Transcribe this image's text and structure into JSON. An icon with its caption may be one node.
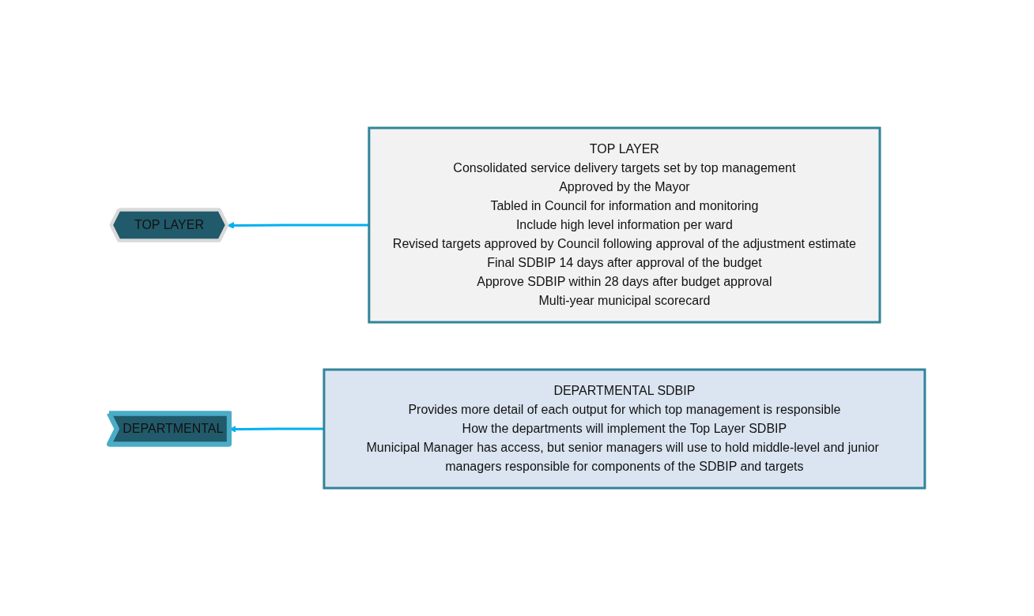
{
  "diagram": {
    "nodes": [
      {
        "text": [
          "TOP LAYER"
        ]
      },
      {
        "text": [
          "DEPARTMENTAL"
        ]
      },
      {
        "text": [
          "TOP LAYER",
          "Consolidated service delivery targets set by top management",
          "Approved by the Mayor",
          "Tabled in Council for information and monitoring",
          "Include high level information per ward",
          "Revised targets approved by Council following approval of the adjustment estimate",
          "Final SDBIP 14 days after approval of the budget",
          "Approve SDBIP within 28 days after budget approval",
          "Multi-year municipal scorecard"
        ]
      },
      {
        "text": [
          "DEPARTMENTAL SDBIP",
          "Provides more detail of each output for which top management is responsible",
          "How the departments will implement the Top Layer SDBIP",
          "Municipal Manager has access, but senior managers will use to hold middle-level and junior managers responsible for components of the SDBIP and targets"
        ]
      }
    ],
    "edges": [
      {
        "from": 2,
        "to": 0,
        "arrow": "to"
      },
      {
        "from": 3,
        "to": 1,
        "arrow": "to"
      }
    ]
  }
}
